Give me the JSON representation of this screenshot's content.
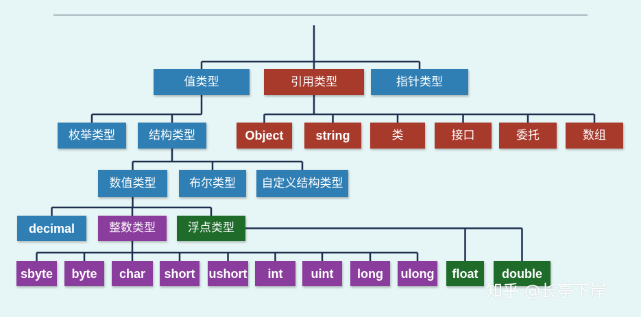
{
  "colors": {
    "value": "#2f7fb5",
    "reference": "#a83a2c",
    "integer": "#8a3d9c",
    "float": "#1f6b2a",
    "line": "#1c2f4f",
    "background": "#e6f5f5"
  },
  "nodes": [
    {
      "id": "value-types",
      "label": "值类型",
      "color": "value"
    },
    {
      "id": "reference-types",
      "label": "引用类型",
      "color": "reference"
    },
    {
      "id": "pointer-types",
      "label": "指针类型",
      "color": "value"
    },
    {
      "id": "enum-types",
      "label": "枚举类型",
      "color": "value"
    },
    {
      "id": "struct-types",
      "label": "结构类型",
      "color": "value"
    },
    {
      "id": "object",
      "label": "Object",
      "color": "reference",
      "bold": true
    },
    {
      "id": "string",
      "label": "string",
      "color": "reference",
      "bold": true
    },
    {
      "id": "class",
      "label": "类",
      "color": "reference"
    },
    {
      "id": "interface",
      "label": "接口",
      "color": "reference"
    },
    {
      "id": "delegate",
      "label": "委托",
      "color": "reference"
    },
    {
      "id": "array",
      "label": "数组",
      "color": "reference"
    },
    {
      "id": "numeric-types",
      "label": "数值类型",
      "color": "value"
    },
    {
      "id": "bool-types",
      "label": "布尔类型",
      "color": "value"
    },
    {
      "id": "custom-struct-types",
      "label": "自定义结构类型",
      "color": "value"
    },
    {
      "id": "decimal",
      "label": "decimal",
      "color": "value",
      "bold": true
    },
    {
      "id": "integer-types",
      "label": "整数类型",
      "color": "integer"
    },
    {
      "id": "float-types",
      "label": "浮点类型",
      "color": "float"
    },
    {
      "id": "sbyte",
      "label": "sbyte",
      "color": "integer",
      "bold": true
    },
    {
      "id": "byte",
      "label": "byte",
      "color": "integer",
      "bold": true
    },
    {
      "id": "char",
      "label": "char",
      "color": "integer",
      "bold": true
    },
    {
      "id": "short",
      "label": "short",
      "color": "integer",
      "bold": true
    },
    {
      "id": "ushort",
      "label": "ushort",
      "color": "integer",
      "bold": true
    },
    {
      "id": "int",
      "label": "int",
      "color": "integer",
      "bold": true
    },
    {
      "id": "uint",
      "label": "uint",
      "color": "integer",
      "bold": true
    },
    {
      "id": "long",
      "label": "long",
      "color": "integer",
      "bold": true
    },
    {
      "id": "ulong",
      "label": "ulong",
      "color": "integer",
      "bold": true
    },
    {
      "id": "float",
      "label": "float",
      "color": "float",
      "bold": true
    },
    {
      "id": "double",
      "label": "double",
      "color": "float",
      "bold": true
    }
  ],
  "edges": [
    [
      "value-types",
      "enum-types"
    ],
    [
      "value-types",
      "struct-types"
    ],
    [
      "reference-types",
      "object"
    ],
    [
      "reference-types",
      "string"
    ],
    [
      "reference-types",
      "class"
    ],
    [
      "reference-types",
      "interface"
    ],
    [
      "reference-types",
      "delegate"
    ],
    [
      "reference-types",
      "array"
    ],
    [
      "struct-types",
      "numeric-types"
    ],
    [
      "struct-types",
      "bool-types"
    ],
    [
      "struct-types",
      "custom-struct-types"
    ],
    [
      "numeric-types",
      "decimal"
    ],
    [
      "numeric-types",
      "integer-types"
    ],
    [
      "numeric-types",
      "float-types"
    ],
    [
      "integer-types",
      "sbyte"
    ],
    [
      "integer-types",
      "byte"
    ],
    [
      "integer-types",
      "char"
    ],
    [
      "integer-types",
      "short"
    ],
    [
      "integer-types",
      "ushort"
    ],
    [
      "integer-types",
      "int"
    ],
    [
      "integer-types",
      "uint"
    ],
    [
      "integer-types",
      "long"
    ],
    [
      "integer-types",
      "ulong"
    ],
    [
      "float-types",
      "float"
    ],
    [
      "float-types",
      "double"
    ]
  ],
  "watermark": "知乎 @长亭下岸"
}
